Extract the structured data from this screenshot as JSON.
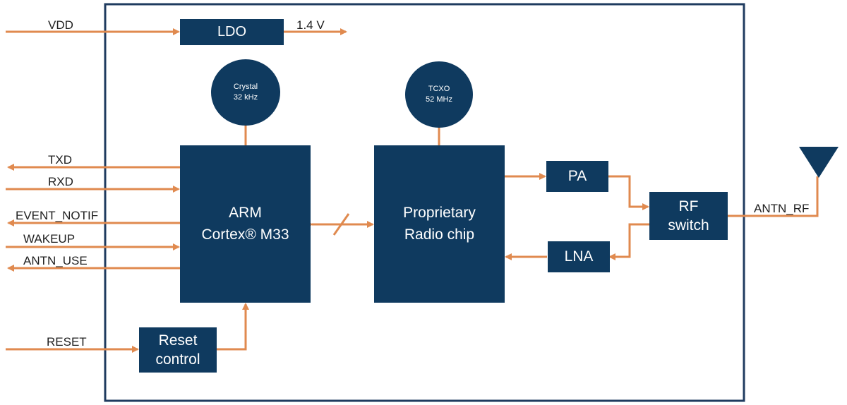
{
  "colors": {
    "block": "#0f3a5f",
    "border": "#1f3b5f",
    "wire": "#e08a4f"
  },
  "signals": {
    "vdd": "VDD",
    "v14": "1.4 V",
    "txd": "TXD",
    "rxd": "RXD",
    "event_notif": "EVENT_NOTIF",
    "wakeup": "WAKEUP",
    "antn_use": "ANTN_USE",
    "reset": "RESET",
    "antn_rf": "ANTN_RF"
  },
  "blocks": {
    "ldo": "LDO",
    "crystal": {
      "line1": "Crystal",
      "line2": "32 kHz"
    },
    "tcxo": {
      "line1": "TCXO",
      "line2": "52 MHz"
    },
    "mcu": {
      "line1": "ARM",
      "line2": "Cortex® M33"
    },
    "radio": {
      "line1": "Proprietary",
      "line2": "Radio chip"
    },
    "pa": "PA",
    "lna": "LNA",
    "rf_switch": {
      "line1": "RF",
      "line2": "switch"
    },
    "reset_ctrl": {
      "line1": "Reset",
      "line2": "control"
    }
  },
  "icons": {
    "antenna": "antenna-icon"
  }
}
